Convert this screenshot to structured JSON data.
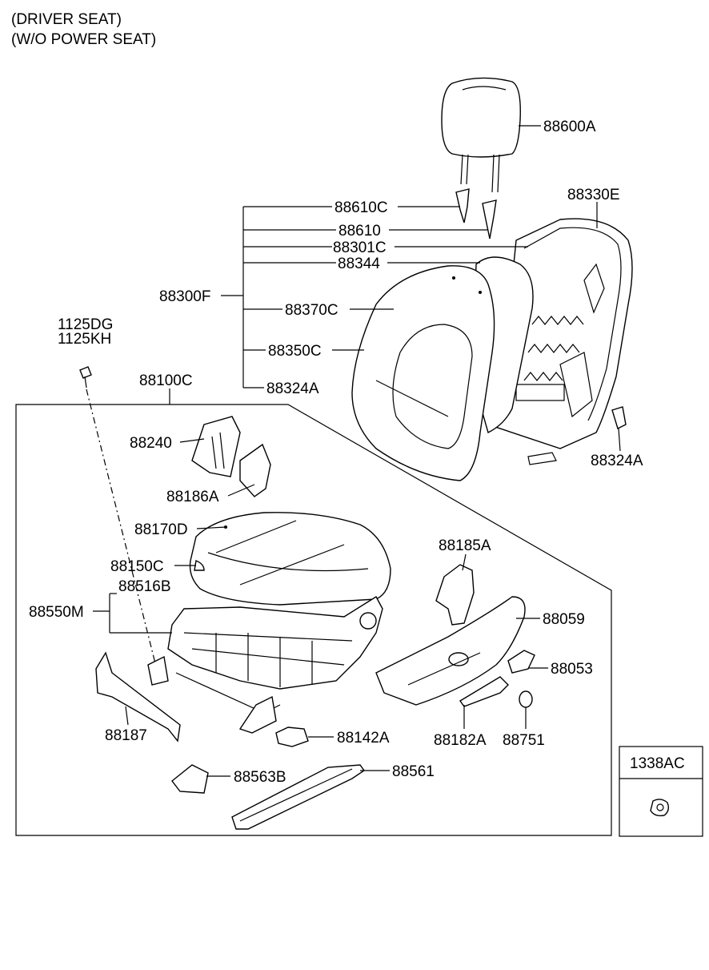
{
  "header": {
    "line1": "(DRIVER SEAT)",
    "line2": "(W/O POWER SEAT)"
  },
  "labels": {
    "p88600A": "88600A",
    "p88330E": "88330E",
    "p88610C": "88610C",
    "p88610": "88610",
    "p88301C": "88301C",
    "p88344": "88344",
    "p88300F": "88300F",
    "p88370C": "88370C",
    "p88350C": "88350C",
    "p88324A_1": "88324A",
    "p88324A_2": "88324A",
    "p1125DG": "1125DG",
    "p1125KH": "1125KH",
    "p88100C": "88100C",
    "p88240": "88240",
    "p88186A": "88186A",
    "p88170D": "88170D",
    "p88150C": "88150C",
    "p88516B": "88516B",
    "p88550M": "88550M",
    "p88185A": "88185A",
    "p88059": "88059",
    "p88053": "88053",
    "p88187": "88187",
    "p88142A": "88142A",
    "p88182A": "88182A",
    "p88751": "88751",
    "p88563B": "88563B",
    "p88561": "88561",
    "p1338AC": "1338AC"
  }
}
